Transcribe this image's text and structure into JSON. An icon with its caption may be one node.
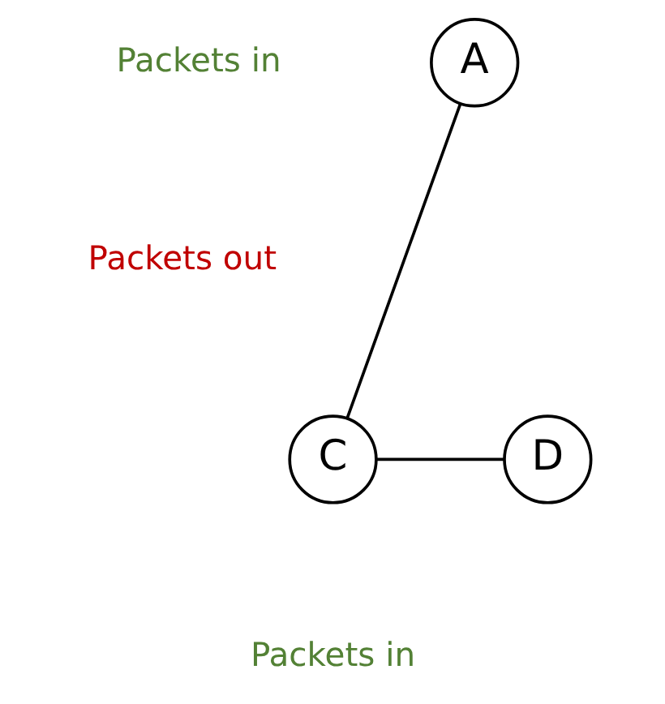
{
  "diagram": {
    "nodes": [
      {
        "text": [
          "A"
        ]
      },
      {
        "text": [
          "C"
        ]
      },
      {
        "text": [
          "D"
        ]
      }
    ],
    "edges": [
      {
        "from": 0,
        "to": 1,
        "arrow": "none"
      },
      {
        "from": 1,
        "to": 2,
        "arrow": "none"
      }
    ],
    "labels": [
      "Packets in",
      "Packets out",
      "Packets in"
    ]
  }
}
